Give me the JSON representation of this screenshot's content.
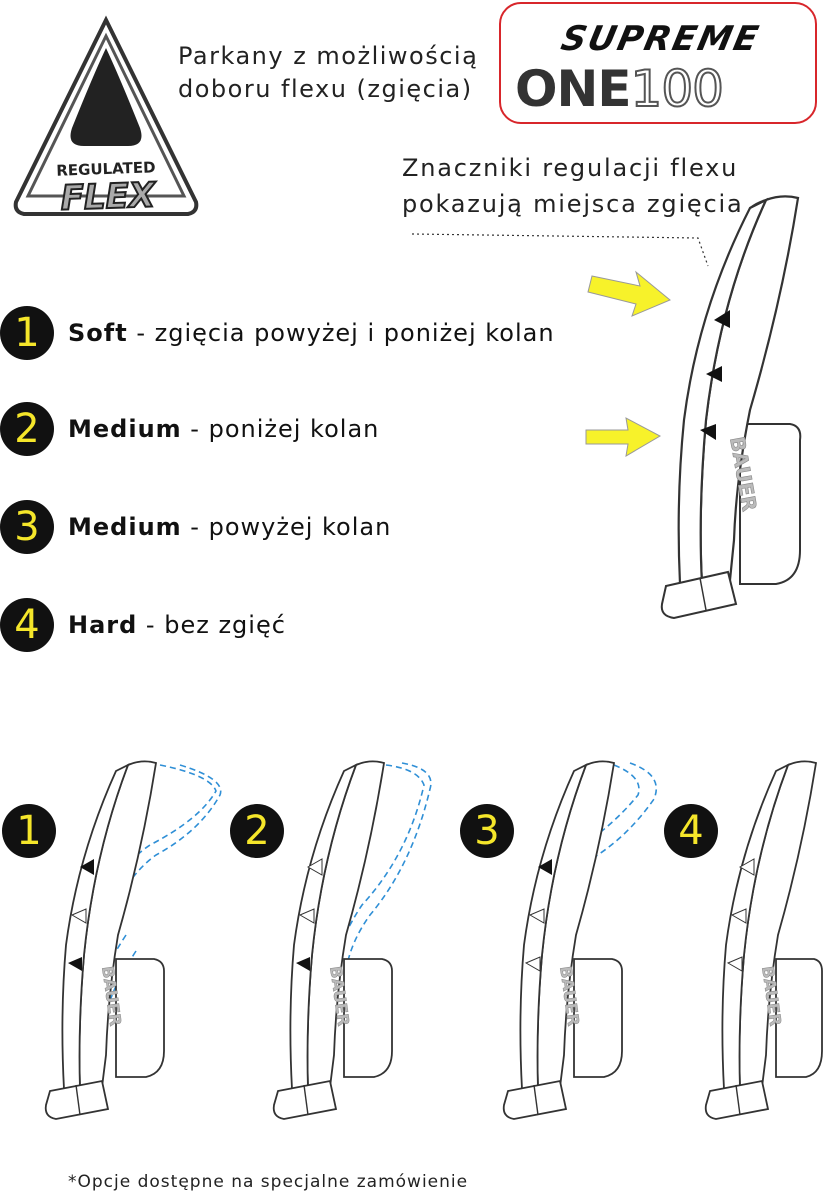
{
  "badge": {
    "line1": "REGULATED",
    "line2": "FLEX"
  },
  "intro": {
    "line1": "Parkany z możliwością",
    "line2": "doboru flexu (zgięcia)"
  },
  "brand": {
    "line1": "SUPREME",
    "line2_bold": "ONE",
    "line2_light": "100",
    "border_color": "#d8262b"
  },
  "markers_note": {
    "line1": "Znaczniki regulacji flexu",
    "line2": "pokazują miejsca zgięcia"
  },
  "options": [
    {
      "number": "1",
      "name": "Soft",
      "desc": " -   zgięcia powyżej i poniżej kolan"
    },
    {
      "number": "2",
      "name": "Medium",
      "desc": " - poniżej kolan"
    },
    {
      "number": "3",
      "name": "Medium",
      "desc": " - powyżej kolan"
    },
    {
      "number": "4",
      "name": "Hard",
      "desc": " - bez zgięć"
    }
  ],
  "diagrams": [
    {
      "number": "1",
      "logo": "BAUER"
    },
    {
      "number": "2",
      "logo": "BAUER"
    },
    {
      "number": "3",
      "logo": "BAUER"
    },
    {
      "number": "4",
      "logo": "BAUER"
    }
  ],
  "main_logo": "BAUER",
  "footnote": "*Opcje dostępne na specjalne zamówienie",
  "colors": {
    "number_fill": "#111111",
    "number_text": "#f5e62a",
    "arrow": "#f7f22a",
    "dashed": "#2f8fd6"
  },
  "icons": [
    "regulated-flex-badge-icon",
    "arrow-right-icon",
    "goalie-pad-icon"
  ]
}
